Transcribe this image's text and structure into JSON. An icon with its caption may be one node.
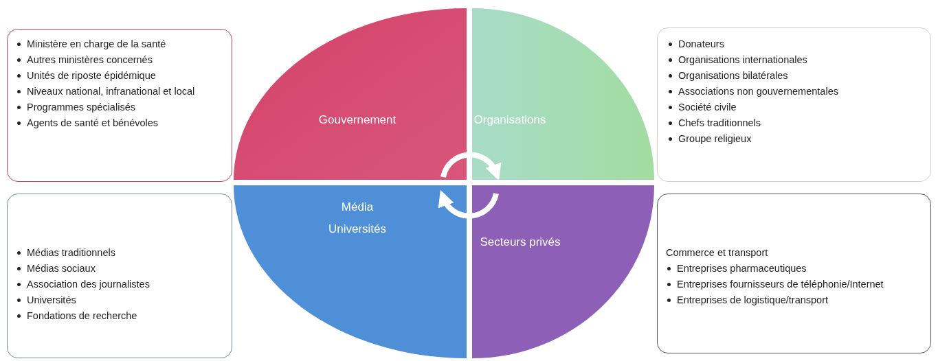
{
  "diagram": {
    "nodes": [
      {
        "text": [
          "Ministère en charge de la santé",
          "Autres ministères concernés",
          "Unités de riposte épidémique",
          "Niveaux national, infranational et local",
          "Programmes spécialisés",
          "Agents de santé et bénévoles"
        ]
      },
      {
        "text": [
          "Gouvernement"
        ]
      },
      {
        "text": [
          "Organisations"
        ]
      },
      {
        "text": [
          "Donateurs",
          "Organisations internationales",
          "Organisations bilatérales",
          "Associations non gouvernementales",
          "Société civile",
          "Chefs traditionnels",
          "Groupe religieux"
        ]
      },
      {
        "text": [
          "Médias traditionnels",
          "Médias sociaux",
          "Association des journalistes",
          "Universités",
          "Fondations de recherche"
        ]
      },
      {
        "text": [
          "Média Universités"
        ]
      },
      {
        "text": [
          "Secteurs privés"
        ]
      },
      {
        "text": [
          "Commerce et transport",
          "Entreprises pharmaceutiques",
          "Entreprises fournisseurs de téléphonie/Internet",
          "Entreprises de logistique/transport"
        ]
      }
    ],
    "edges": [
      {
        "from": 1,
        "to": 2,
        "arrow": "to"
      },
      {
        "from": 6,
        "to": 5,
        "arrow": "to"
      }
    ]
  }
}
